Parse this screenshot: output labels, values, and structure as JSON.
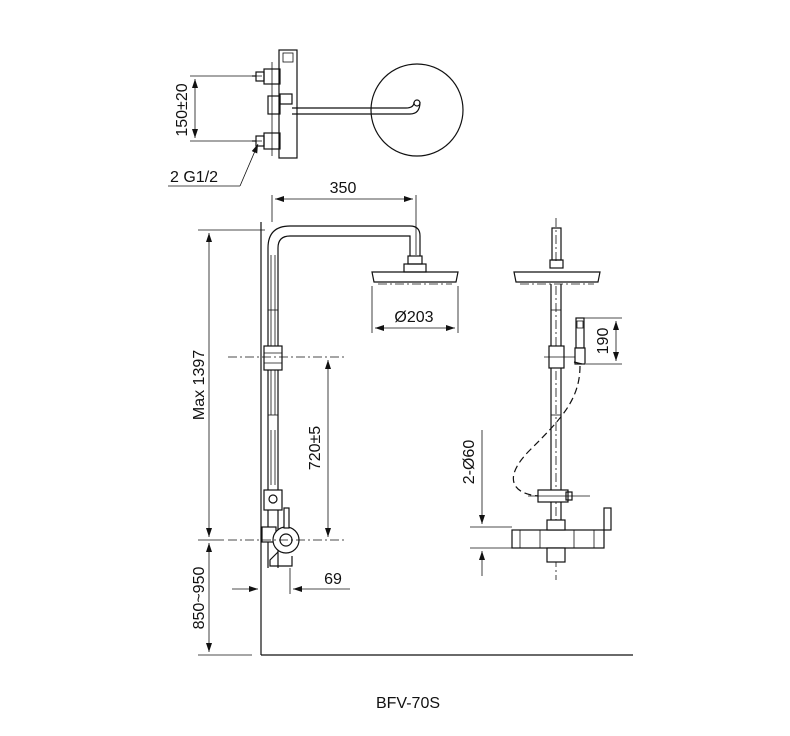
{
  "drawing": {
    "model": "BFV-70S",
    "dimensions": {
      "inlet_spacing": "150±20",
      "inlet_thread": "2 G1/2",
      "arm_length": "350",
      "head_diameter": "Ø203",
      "max_height": "Max 1397",
      "bracket_spacing": "720±5",
      "wall_offset": "69",
      "mount_height": "850~950",
      "hand_shower": "190",
      "flange_diameter": "2-Ø60"
    }
  }
}
